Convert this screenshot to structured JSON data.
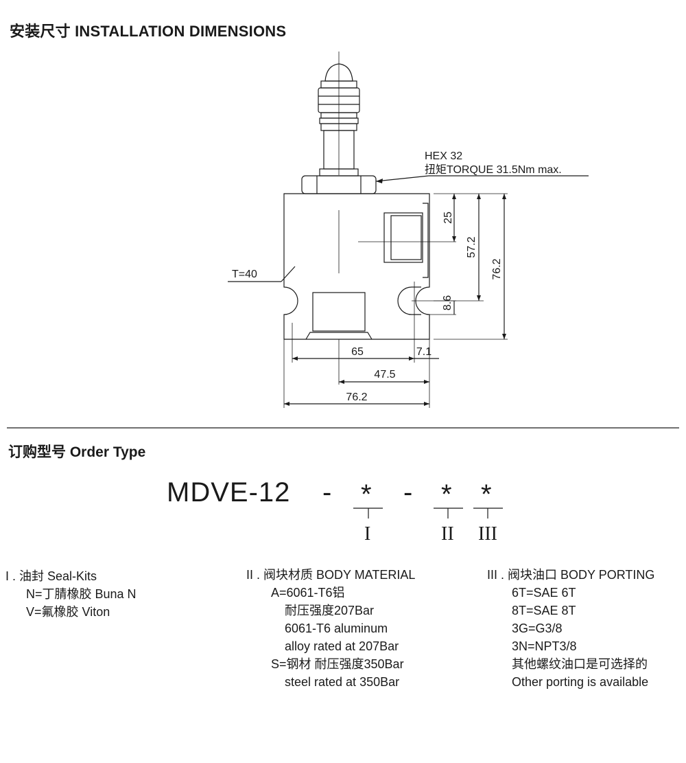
{
  "installation": {
    "title": "安装尺寸 INSTALLATION DIMENSIONS",
    "hex_label": "HEX 32",
    "torque_label": "扭矩TORQUE 31.5Nm max.",
    "thickness_label": "T=40",
    "dims": {
      "d25": "25",
      "d57_2": "57.2",
      "d76_2_v": "76.2",
      "d8_6": "8.6",
      "d65": "65",
      "d7_1": "7.1",
      "d47_5": "47.5",
      "d76_2_h": "76.2"
    }
  },
  "order": {
    "title": "订购型号 Order Type",
    "model": "MDVE-12",
    "dash1": "-",
    "star1": "*",
    "dash2": "-",
    "star2": "*",
    "star3": "*",
    "roman1": "I",
    "roman2": "II",
    "roman3": "III"
  },
  "seal": {
    "heading": "I . 油封 Seal-Kits",
    "items": [
      "N=丁腈橡胶 Buna N",
      "V=氟橡胶 Viton"
    ]
  },
  "body_material": {
    "heading": "II . 阀块材质 BODY MATERIAL",
    "a_line": "A=6061-T6铝",
    "a_sub": [
      "耐压强度207Bar",
      "6061-T6 aluminum",
      "alloy rated at 207Bar"
    ],
    "s_line": "S=钢材 耐压强度350Bar",
    "s_sub": "steel rated at 350Bar"
  },
  "body_porting": {
    "heading": "III . 阀块油口 BODY PORTING",
    "items": [
      "6T=SAE 6T",
      "8T=SAE 8T",
      "3G=G3/8",
      "3N=NPT3/8"
    ],
    "note_cn": "其他螺纹油口是可选择的",
    "note_en": "Other porting is available"
  }
}
